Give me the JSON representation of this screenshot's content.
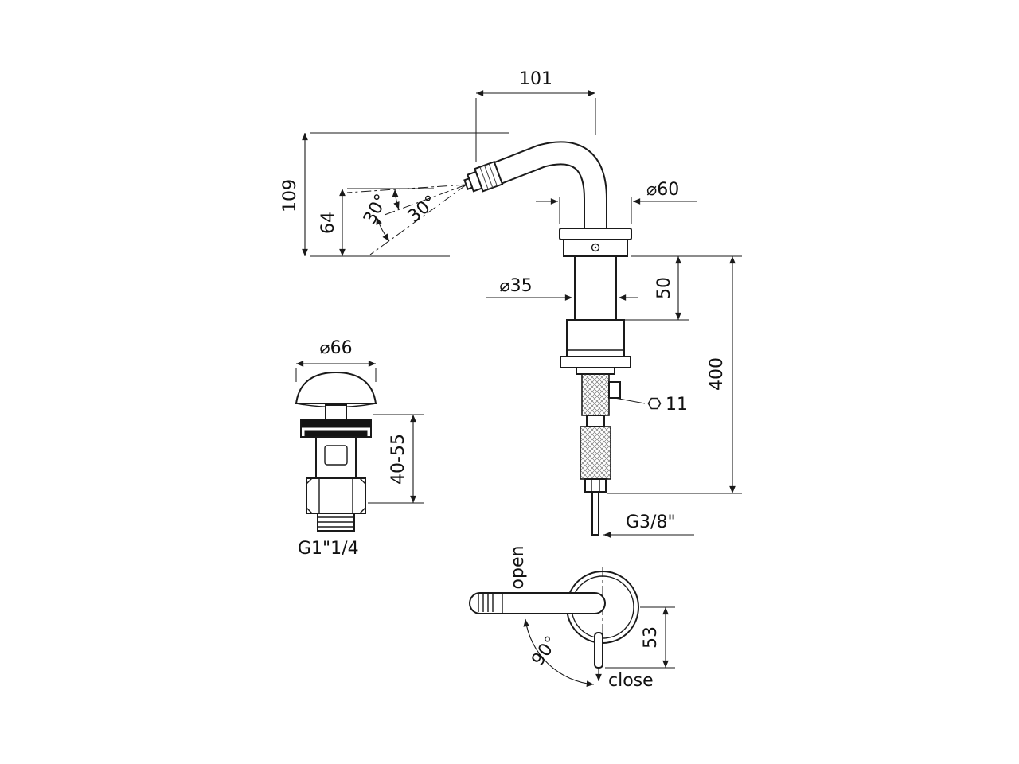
{
  "page": {
    "background": "#ffffff",
    "line_color": "#1a1a1a",
    "drawing_type": "bidet mixer dimensional drawing"
  },
  "faucet": {
    "dim_spout_reach": "101",
    "dim_spout_height": "109",
    "dim_outlet_height": "64",
    "angle_spray_left": "30°",
    "angle_spray_right": "30°",
    "dim_base_diameter": "⌀60",
    "dim_body_diameter": "⌀35",
    "dim_body_height": "50",
    "dim_total_height": "400",
    "dim_hex": "11",
    "label_hose_thread": "G3/8\""
  },
  "waste": {
    "dim_cap_diameter": "⌀66",
    "dim_mount_range": "40-55",
    "label_thread": "G1\"1/4"
  },
  "handle": {
    "label_open": "open",
    "dim_rotation": "90°",
    "dim_lever_offset": "53",
    "label_close": "close"
  }
}
